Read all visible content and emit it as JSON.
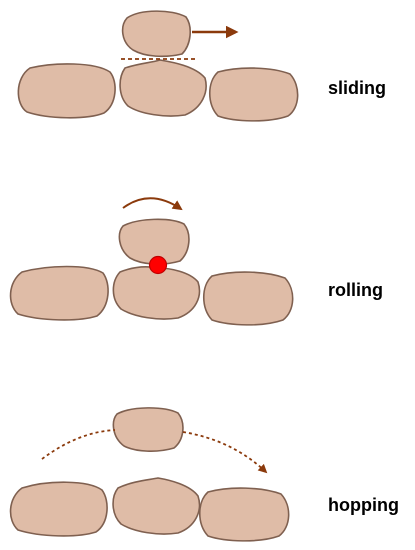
{
  "panels": [
    {
      "id": "sliding",
      "label": "sliding"
    },
    {
      "id": "rolling",
      "label": "rolling"
    },
    {
      "id": "hopping",
      "label": "hopping"
    }
  ],
  "colors": {
    "grain_fill": "#dfbca7",
    "grain_stroke": "#7f6050",
    "arrow": "#8b3a0c",
    "pivot": "#ff0000",
    "pivot_stroke": "#c00000",
    "label": "#000000"
  }
}
